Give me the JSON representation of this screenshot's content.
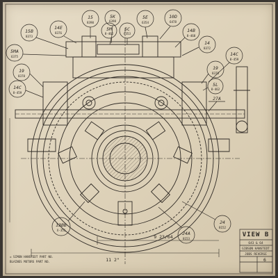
{
  "callouts": [
    {
      "id": "c15b",
      "num": "15B",
      "sub": "8373"
    },
    {
      "id": "c14e",
      "num": "14E",
      "sub": "8376"
    },
    {
      "id": "c15",
      "num": "15",
      "sub": "8390"
    },
    {
      "id": "c5k",
      "num": "5K",
      "sub": "6398"
    },
    {
      "id": "c5m",
      "num": "5M",
      "sub": "8-462"
    },
    {
      "id": "c5c",
      "num": "5C",
      "sub": "6353"
    },
    {
      "id": "c5e",
      "num": "5E",
      "sub": "6354"
    },
    {
      "id": "c10d",
      "num": "10D",
      "sub": "6478"
    },
    {
      "id": "c14b",
      "num": "14B",
      "sub": "8-468"
    },
    {
      "id": "c5ma",
      "num": "5MA",
      "sub": "6375"
    },
    {
      "id": "c14",
      "num": "14",
      "sub": "8372"
    },
    {
      "id": "c14c",
      "num": "14C",
      "sub": "8-459"
    },
    {
      "id": "c19l",
      "num": "19",
      "sub": "8378"
    },
    {
      "id": "c19r",
      "num": "19",
      "sub": "8378"
    },
    {
      "id": "c14cl",
      "num": "14C",
      "sub": "8-459"
    },
    {
      "id": "c5l",
      "num": "5L",
      "sub": "8-462"
    },
    {
      "id": "c27a",
      "num": "27A",
      "sub": ""
    },
    {
      "id": "c24",
      "num": "24",
      "sub": "8152"
    },
    {
      "id": "c24a",
      "num": "24A",
      "sub": "8153"
    },
    {
      "id": "c13b",
      "num": "13BB",
      "sub": "X-351"
    }
  ],
  "title_block": {
    "view": "VIEW B",
    "line1": "GIBSON HANSTEDT",
    "line2": "JOBS REVERSE",
    "line3": "643 & 64",
    "sheet_no": "6"
  },
  "dimensions": {
    "width": "11 2\"",
    "inner": "9 23/64"
  },
  "notes": {
    "line1": "= SIMON HANSTEDT PART NO.",
    "line2": "BLAINES MOTORS PART NO."
  }
}
